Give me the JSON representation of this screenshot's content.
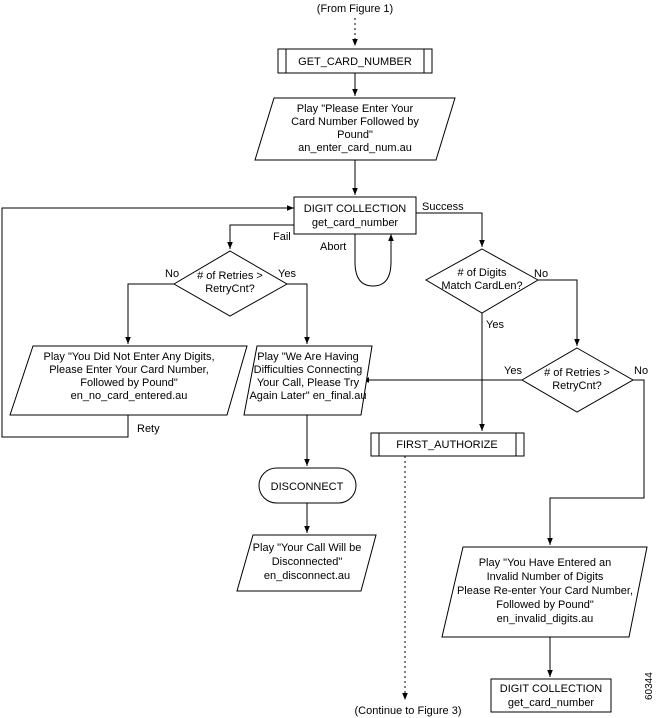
{
  "top_ref": "(From Figure 1)",
  "bottom_ref": "(Continue to Figure 3)",
  "figure_id": "60344",
  "get_card_number": "GET_CARD_NUMBER",
  "play_enter": [
    "Play \"Please Enter Your",
    "Card Number Followed by",
    "Pound\"",
    "an_enter_card_num.au"
  ],
  "digit_collection_1": [
    "DIGIT COLLECTION",
    "get_card_number"
  ],
  "retries_1": [
    "# of Retries >",
    "RetryCnt?"
  ],
  "digits_match": [
    "# of Digits",
    "Match CardLen?"
  ],
  "play_no_digits": [
    "Play \"You Did Not Enter Any Digits,",
    "Please Enter Your Card Number,",
    "Followed by Pound\"",
    "en_no_card_entered.au"
  ],
  "play_difficulties": [
    "Play \"We Are Having",
    "Difficulties Connecting",
    "Your Call, Please Try",
    "Again Later\" en_final.au"
  ],
  "retries_2": [
    "# of Retries >",
    "RetryCnt?"
  ],
  "first_authorize": "FIRST_AUTHORIZE",
  "disconnect": "DISCONNECT",
  "play_disconnected": [
    "Play \"Your Call Will be",
    "Disconnected\"",
    "en_disconnect.au"
  ],
  "play_invalid": [
    "Play \"You Have Entered an",
    "Invalid Number of Digits",
    "Please Re-enter Your Card Number,",
    "Followed by Pound\"",
    "en_invalid_digits.au"
  ],
  "digit_collection_2": [
    "DIGIT COLLECTION",
    "get_card_number"
  ],
  "edge_labels": {
    "success": "Success",
    "fail": "Fail",
    "abort": "Abort",
    "no_1": "No",
    "yes_1": "Yes",
    "no_2": "No",
    "yes_2": "Yes",
    "yes_3": "Yes",
    "no_3": "No",
    "retry": "Rety"
  }
}
